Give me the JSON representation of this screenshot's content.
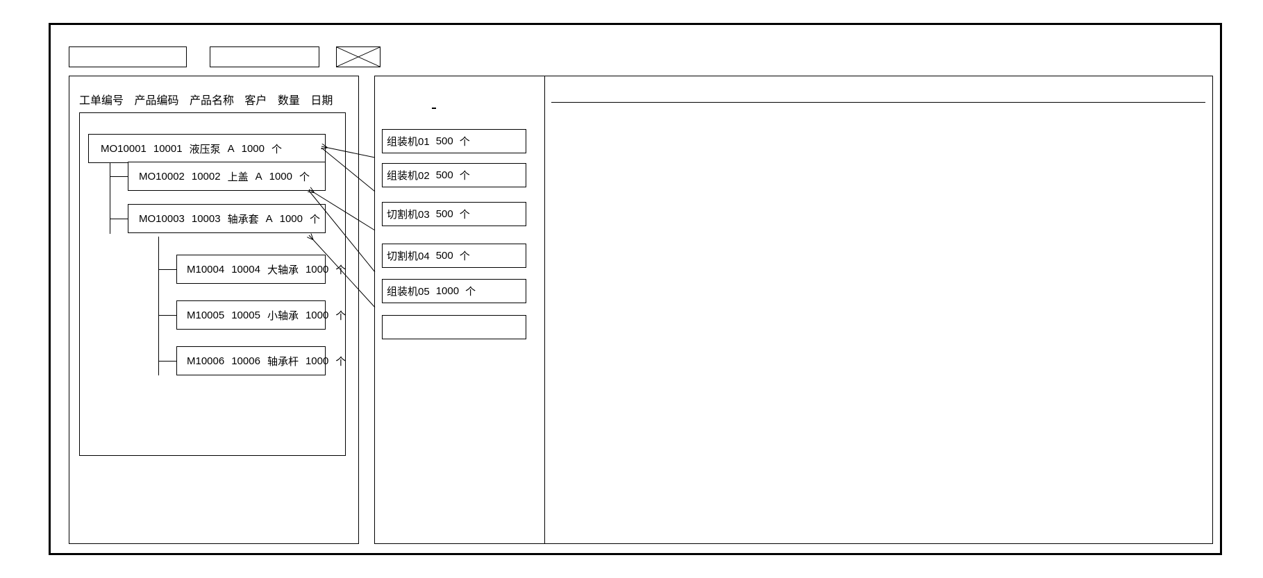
{
  "window": {
    "title": ""
  },
  "toolbar": {
    "fields": [
      {
        "name": "field-1",
        "value": "",
        "placeholder": ""
      },
      {
        "name": "field-2",
        "value": "",
        "placeholder": ""
      }
    ],
    "image_placeholder": {
      "icon": "crossed-box-image-placeholder",
      "label": ""
    }
  },
  "left_panel": {
    "columns": [
      "工单编号",
      "产品编码",
      "产品名称",
      "客户",
      "数量",
      "日期"
    ],
    "tree": [
      {
        "level": 0,
        "order_no": "MO10001",
        "product_code": "10001",
        "product_name": "液压泵",
        "customer": "A",
        "quantity": "1000",
        "unit": "个"
      },
      {
        "level": 1,
        "order_no": "MO10002",
        "product_code": "10002",
        "product_name": "上盖",
        "customer": "A",
        "quantity": "1000",
        "unit": "个"
      },
      {
        "level": 1,
        "order_no": "MO10003",
        "product_code": "10003",
        "product_name": "轴承套",
        "customer": "A",
        "quantity": "1000",
        "unit": "个"
      },
      {
        "level": 2,
        "order_no": "M10004",
        "product_code": "10004",
        "product_name": "大轴承",
        "customer": "",
        "quantity": "1000",
        "unit": "个"
      },
      {
        "level": 2,
        "order_no": "M10005",
        "product_code": "10005",
        "product_name": "小轴承",
        "customer": "",
        "quantity": "1000",
        "unit": "个"
      },
      {
        "level": 2,
        "order_no": "M10006",
        "product_code": "10006",
        "product_name": "轴承杆",
        "customer": "",
        "quantity": "1000",
        "unit": "个"
      }
    ]
  },
  "middle_panel": {
    "marker": "-",
    "machines": [
      {
        "machine": "组装机01",
        "quantity": "500",
        "unit": "个"
      },
      {
        "machine": "组装机02",
        "quantity": "500",
        "unit": "个"
      },
      {
        "machine": "切割机03",
        "quantity": "500",
        "unit": "个"
      },
      {
        "machine": "切割机04",
        "quantity": "500",
        "unit": "个"
      },
      {
        "machine": "组装机05",
        "quantity": "1000",
        "unit": "个"
      },
      {
        "machine": "",
        "quantity": "",
        "unit": ""
      }
    ]
  },
  "right_panel": {
    "header_text": "",
    "content_text": ""
  },
  "colors": {
    "stroke": "#000000",
    "background": "#ffffff"
  }
}
